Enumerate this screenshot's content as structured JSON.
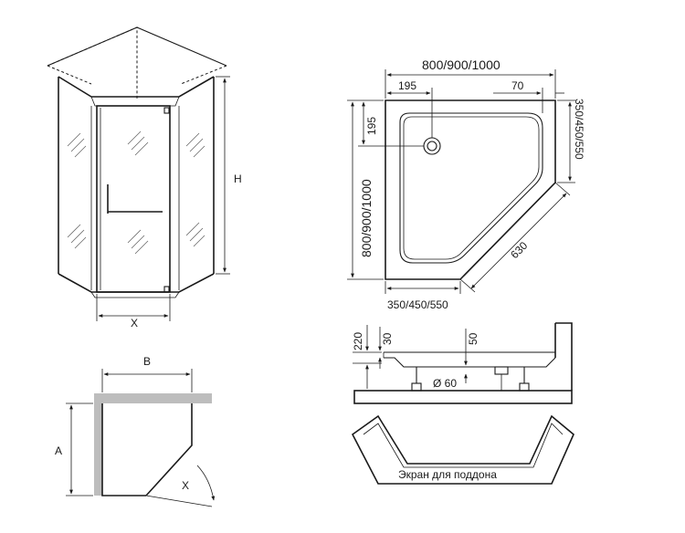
{
  "shower_view": {
    "height_label": "H",
    "door_width_label": "X"
  },
  "plan_view": {
    "side_a_label": "A",
    "side_b_label": "B",
    "door_swing_label": "X"
  },
  "tray_top_view": {
    "overall_width": "800/900/1000",
    "drain_x_offset": "195",
    "edge_offset": "70",
    "drain_y_offset": "195",
    "overall_depth": "800/900/1000",
    "side_right": "350/450/550",
    "side_bottom": "350/450/550",
    "diagonal_length": "630"
  },
  "tray_section_view": {
    "total_height": "220",
    "rim_height": "30",
    "drain_depth": "50",
    "drain_diameter": "Ø 60"
  },
  "tray_screen_view": {
    "caption": "Экран для поддона"
  }
}
